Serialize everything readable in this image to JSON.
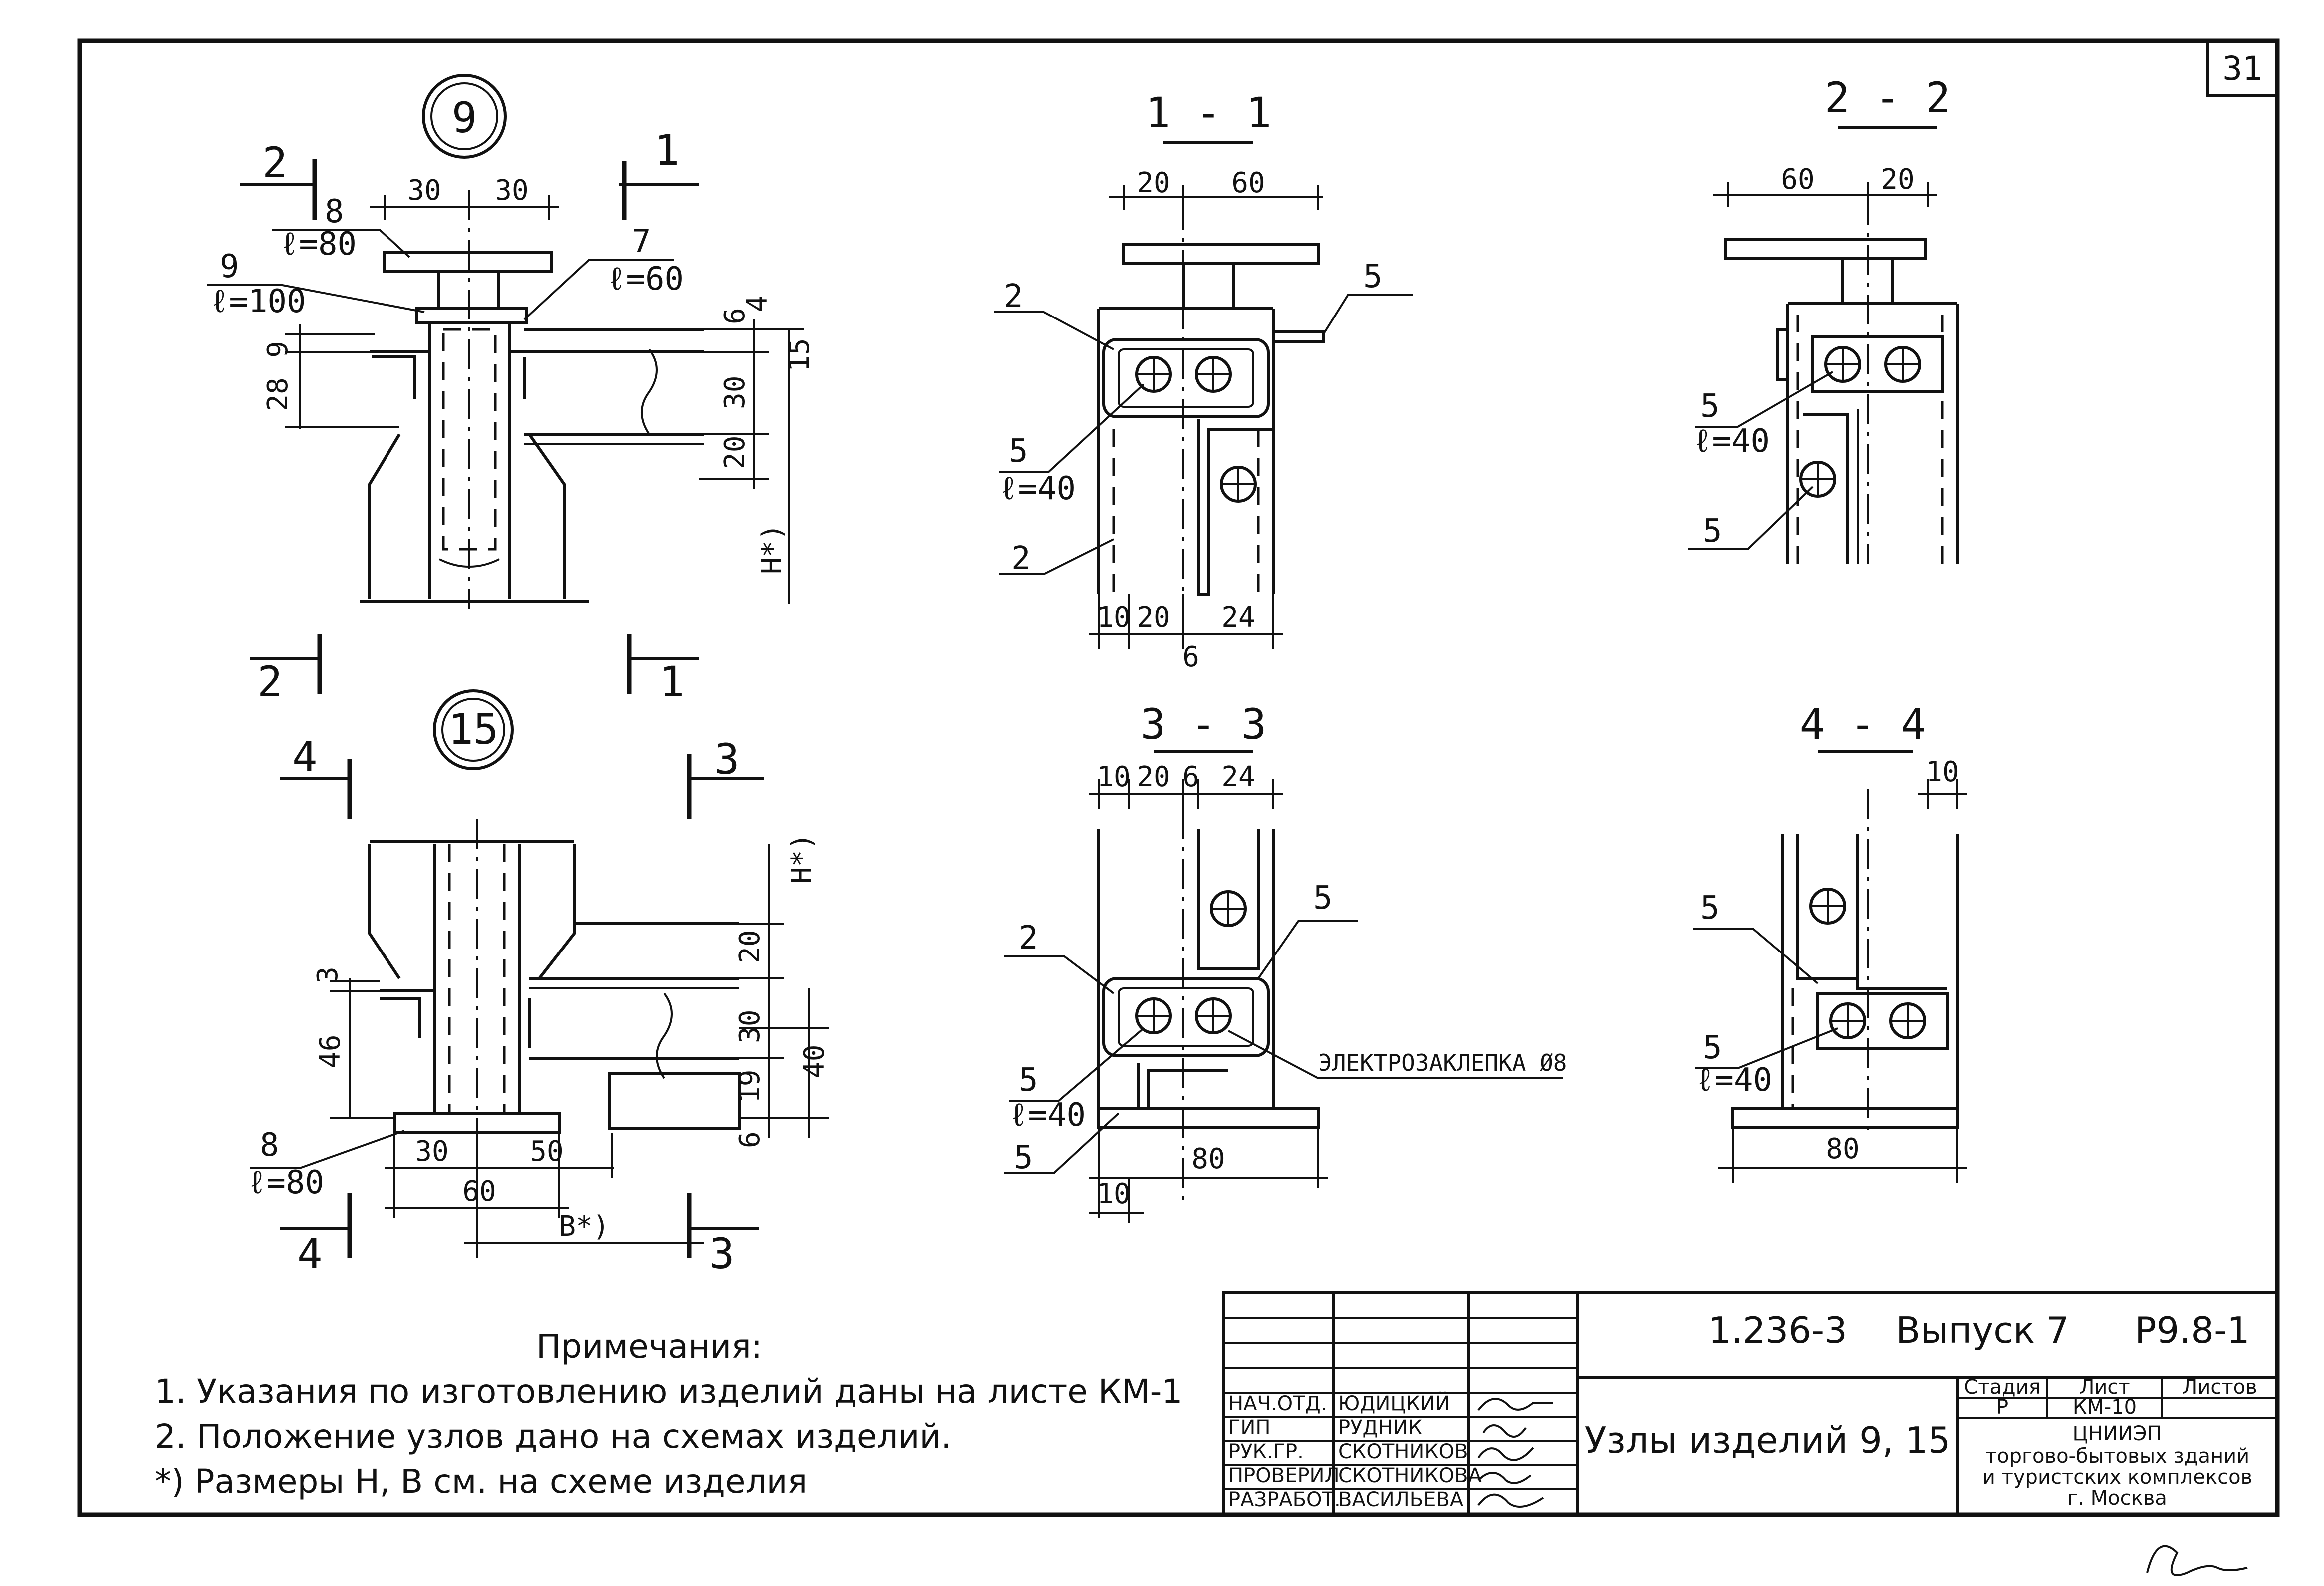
{
  "sheet_number": "31",
  "node_labels": {
    "node9": "9",
    "node15": "15"
  },
  "section_titles": {
    "s11": "1 - 1",
    "s22": "2 - 2",
    "s33": "3 - 3",
    "s44": "4 - 4"
  },
  "cut_marks": {
    "one": "1",
    "two": "2",
    "three": "3",
    "four": "4"
  },
  "node9": {
    "d30a": "30",
    "d30b": "30",
    "p8": "8",
    "p8_len": "ℓ=80",
    "p9": "9",
    "p9_len": "ℓ=100",
    "p7": "7",
    "p7_len": "ℓ=60",
    "d9": "9",
    "d28": "28",
    "d6": "6",
    "d4": "4",
    "d15": "15",
    "d30": "30",
    "d20": "20",
    "dH": "H*)"
  },
  "node15": {
    "dH": "H*)",
    "d20": "20",
    "d3": "3",
    "d46": "46",
    "d30": "30",
    "d19": "19",
    "d40": "40",
    "d6": "6",
    "p8": "8",
    "p8_len": "ℓ=80",
    "d30b": "30",
    "d50": "50",
    "d60": "60",
    "dB": "B*)"
  },
  "sec11": {
    "d20": "20",
    "d60": "60",
    "p2a": "2",
    "p5": "5",
    "p5b": "5",
    "p5_len": "ℓ=40",
    "p2b": "2",
    "d10": "10",
    "d20b": "20",
    "d24": "24",
    "d6": "6"
  },
  "sec22": {
    "d60": "60",
    "d20": "20",
    "p5": "5",
    "p5_len": "ℓ=40",
    "p5b": "5"
  },
  "sec33": {
    "d10": "10",
    "d20": "20",
    "d6": "6",
    "d24": "24",
    "p2": "2",
    "p5a": "5",
    "p5b": "5",
    "p5_len": "ℓ=40",
    "p5c": "5",
    "rivet": "ЭЛЕКТРОЗАКЛЕПКА Ø8",
    "d80": "80",
    "d10b": "10"
  },
  "sec44": {
    "d10": "10",
    "p5a": "5",
    "p5b": "5",
    "p5_len": "ℓ=40",
    "d80": "80"
  },
  "notes": {
    "title": "Примечания:",
    "n1": "1. Указания по изготовлению изделий даны на листе КМ-1",
    "n2": "2. Положение узлов дано на схемах изделий.",
    "n3": "*) Размеры H, B см. на схеме изделия"
  },
  "title_block": {
    "code": "1.236-3",
    "issue": "Выпуск 7",
    "sheet_code": "Р9.8-1",
    "roles": [
      "НАЧ.ОТД.",
      "ГИП",
      "РУК.ГР.",
      "ПРОВЕРИЛ",
      "РАЗРАБОТ."
    ],
    "names": [
      "ЮДИЦКИЙ",
      "РУДНИК",
      "СКОТНИКОВ",
      "СКОТНИКОВА",
      "ВАСИЛЬЕВА"
    ],
    "title": "Узлы изделий 9, 15",
    "stage_label": "Стадия",
    "sheet_label": "Лист",
    "sheets_label": "Листов",
    "stage": "Р",
    "sheet": "КМ-10",
    "org_name": "ЦНИИЭП",
    "org_line1": "торгово-бытовых зданий",
    "org_line2": "и туристских комплексов",
    "org_city": "г. Москва"
  }
}
